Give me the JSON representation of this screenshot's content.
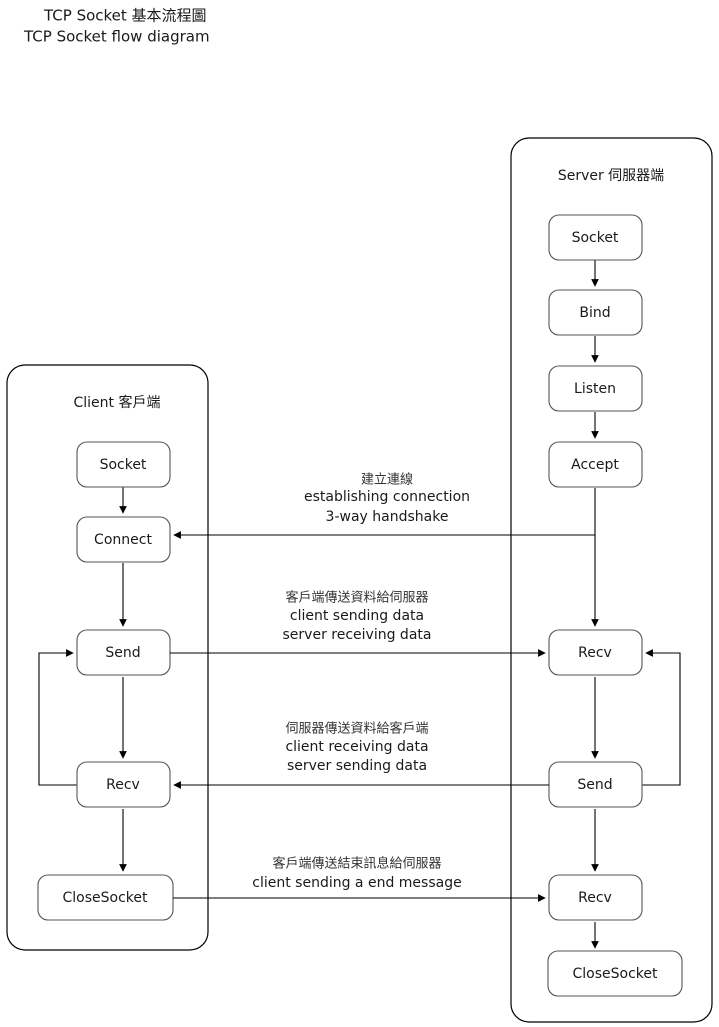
{
  "title": {
    "line1": "TCP Socket 基本流程圖",
    "line2": "TCP Socket flow diagram"
  },
  "client_panel": {
    "header": "Client 客戶端",
    "nodes": [
      {
        "id": "client-socket",
        "label": "Socket"
      },
      {
        "id": "client-connect",
        "label": "Connect"
      },
      {
        "id": "client-send",
        "label": "Send"
      },
      {
        "id": "client-recv",
        "label": "Recv"
      },
      {
        "id": "client-closesocket",
        "label": "CloseSocket"
      }
    ]
  },
  "server_panel": {
    "header": "Server 伺服器端",
    "nodes": [
      {
        "id": "server-socket",
        "label": "Socket"
      },
      {
        "id": "server-bind",
        "label": "Bind"
      },
      {
        "id": "server-listen",
        "label": "Listen"
      },
      {
        "id": "server-accept",
        "label": "Accept"
      },
      {
        "id": "server-recv1",
        "label": "Recv"
      },
      {
        "id": "server-send",
        "label": "Send"
      },
      {
        "id": "server-recv2",
        "label": "Recv"
      },
      {
        "id": "server-closesocket",
        "label": "CloseSocket"
      }
    ]
  },
  "annotations": [
    {
      "id": "handshake",
      "cn": "建立連線",
      "en1": "establishing connection",
      "en2": "3-way handshake"
    },
    {
      "id": "client-send-data",
      "cn": "客戶端傳送資料給伺服器",
      "en1": "client sending data",
      "en2": "server receiving data"
    },
    {
      "id": "server-send-data",
      "cn": "伺服器傳送資料給客戶端",
      "en1": "client receiving data",
      "en2": "server sending data"
    },
    {
      "id": "end-message",
      "cn": "客戶端傳送結束訊息給伺服器",
      "en1": "client sending a end message",
      "en2": ""
    }
  ],
  "colors": {
    "background": "#ffffff",
    "stroke": "#000000",
    "node_stroke": "#555555",
    "text": "#1a1a1a"
  }
}
